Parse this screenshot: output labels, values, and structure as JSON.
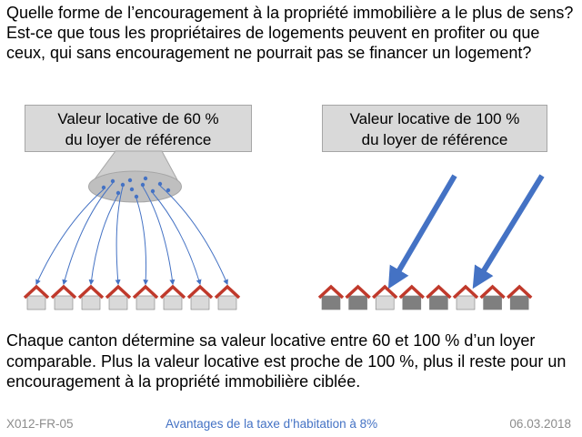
{
  "question": "Quelle forme de l’encouragement à la propriété immobilière a le plus de sens? Est-ce que tous les propriétaires de logements peuvent en profiter ou que ceux, qui sans encouragement ne pourrait pas se financer un logement?",
  "left_box": {
    "line1": "Valeur locative de 60 %",
    "line2": "du loyer de référence"
  },
  "right_box": {
    "line1": "Valeur locative de 100 %",
    "line2": "du loyer de référence"
  },
  "left_houses": {
    "count": 8,
    "roof_color": "#c0392b",
    "wall_color": "#d9d9d9"
  },
  "right_houses": {
    "count": 8,
    "targeted": [
      3,
      6
    ],
    "roof_color": "#c0392b",
    "wall_color_dark": "#7f7f7f",
    "wall_color_light": "#d9d9d9"
  },
  "arrow_color": "#4472c4",
  "explanation": "Chaque canton détermine sa valeur locative entre 60 et 100 % d’un loyer comparable. Plus la valeur locative est proche de 100 %, plus il reste pour un encouragement à la propriété immobilière ciblée.",
  "footer": {
    "code": "X012-FR-05",
    "title": "Avantages de la taxe d’habitation à 8%",
    "date": "06.03.2018"
  }
}
